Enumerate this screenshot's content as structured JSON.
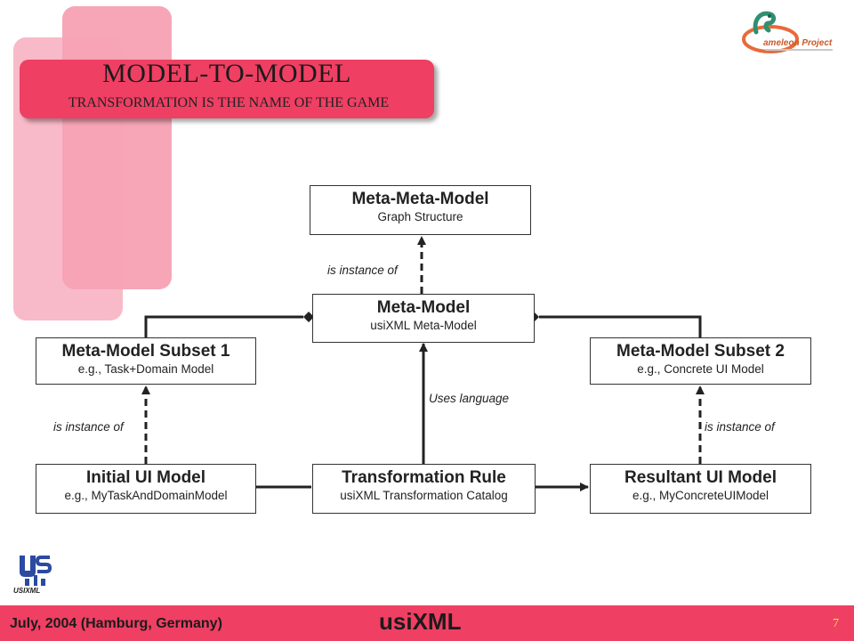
{
  "title": {
    "main": "MODEL-TO-MODEL",
    "sub": "TRANSFORMATION IS THE NAME OF THE GAME"
  },
  "logos": {
    "cameleon_text": "ameleon Project",
    "usixml_text": "USIXML"
  },
  "colors": {
    "accent": "#ef3f63",
    "deco_light": "#f6a3b5",
    "deco_dark": "#f06a86",
    "page_number": "#f2e34b"
  },
  "diagram": {
    "nodes": {
      "meta_meta_model": {
        "title": "Meta-Meta-Model",
        "subtitle": "Graph Structure"
      },
      "meta_model": {
        "title": "Meta-Model",
        "subtitle": "usiXML Meta-Model"
      },
      "subset_1": {
        "title": "Meta-Model Subset 1",
        "subtitle": "e.g., Task+Domain Model"
      },
      "subset_2": {
        "title": "Meta-Model Subset 2",
        "subtitle": "e.g., Concrete UI Model"
      },
      "initial_ui": {
        "title": "Initial UI Model",
        "subtitle": "e.g., MyTaskAndDomainModel"
      },
      "transformation_rule": {
        "title": "Transformation Rule",
        "subtitle": "usiXML Transformation Catalog"
      },
      "resultant_ui": {
        "title": "Resultant UI Model",
        "subtitle": "e.g., MyConcreteUIModel"
      }
    },
    "edge_labels": {
      "meta_instance": "is instance of",
      "uses_language": "Uses language",
      "left_instance": "is instance of",
      "right_instance": "is instance of"
    }
  },
  "footer": {
    "date": "July, 2004 (Hamburg, Germany)",
    "brand": "usiXML",
    "page": "7"
  }
}
